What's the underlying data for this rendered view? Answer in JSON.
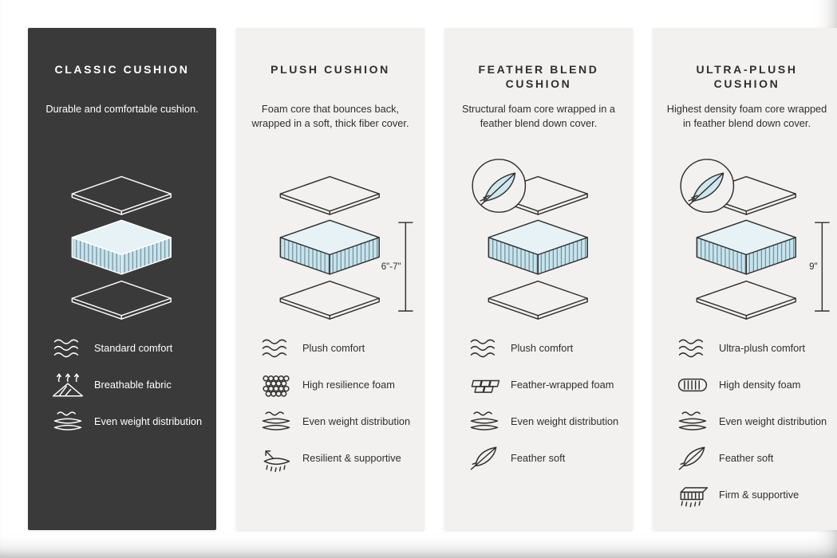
{
  "colors": {
    "dark_panel": "#3a3a3a",
    "light_panel": "#f2f1ef",
    "foam_blue": "#c7e3ed",
    "foam_top": "#e7f2f6",
    "ink_dark": "#2f2f2f",
    "ink_light": "#ffffff"
  },
  "columns": [
    {
      "title": "CLASSIC CUSHION",
      "description": "Durable and comfortable cushion.",
      "features": [
        {
          "icon": "waves-icon",
          "label": "Standard comfort"
        },
        {
          "icon": "breathable-icon",
          "label": "Breathable fabric"
        },
        {
          "icon": "even-weight-icon",
          "label": "Even weight distribution"
        }
      ]
    },
    {
      "title": "PLUSH CUSHION",
      "description": "Foam core that bounces back, wrapped in a soft, thick fiber cover.",
      "measurement": "6\"-7\"",
      "features": [
        {
          "icon": "waves-icon",
          "label": "Plush comfort"
        },
        {
          "icon": "foam-cells-icon",
          "label": "High resilience foam"
        },
        {
          "icon": "even-weight-icon",
          "label": "Even weight distribution"
        },
        {
          "icon": "spring-icon",
          "label": "Resilient & supportive"
        }
      ]
    },
    {
      "title": "FEATHER BLEND CUSHION",
      "description": "Structural foam core wrapped in a feather blend down cover.",
      "features": [
        {
          "icon": "waves-icon",
          "label": "Plush comfort"
        },
        {
          "icon": "feather-wrapped-icon",
          "label": "Feather-wrapped foam"
        },
        {
          "icon": "even-weight-icon",
          "label": "Even weight distribution"
        },
        {
          "icon": "feather-icon",
          "label": "Feather soft"
        }
      ]
    },
    {
      "title": "ULTRA-PLUSH CUSHION",
      "description": "Highest density foam core wrapped in feather blend down cover.",
      "measurement": "9\"",
      "features": [
        {
          "icon": "waves-icon",
          "label": "Ultra-plush comfort"
        },
        {
          "icon": "high-density-icon",
          "label": "High density foam"
        },
        {
          "icon": "even-weight-icon",
          "label": "Even weight distribution"
        },
        {
          "icon": "feather-icon",
          "label": "Feather soft"
        },
        {
          "icon": "firm-icon",
          "label": "Firm & supportive"
        }
      ]
    }
  ]
}
